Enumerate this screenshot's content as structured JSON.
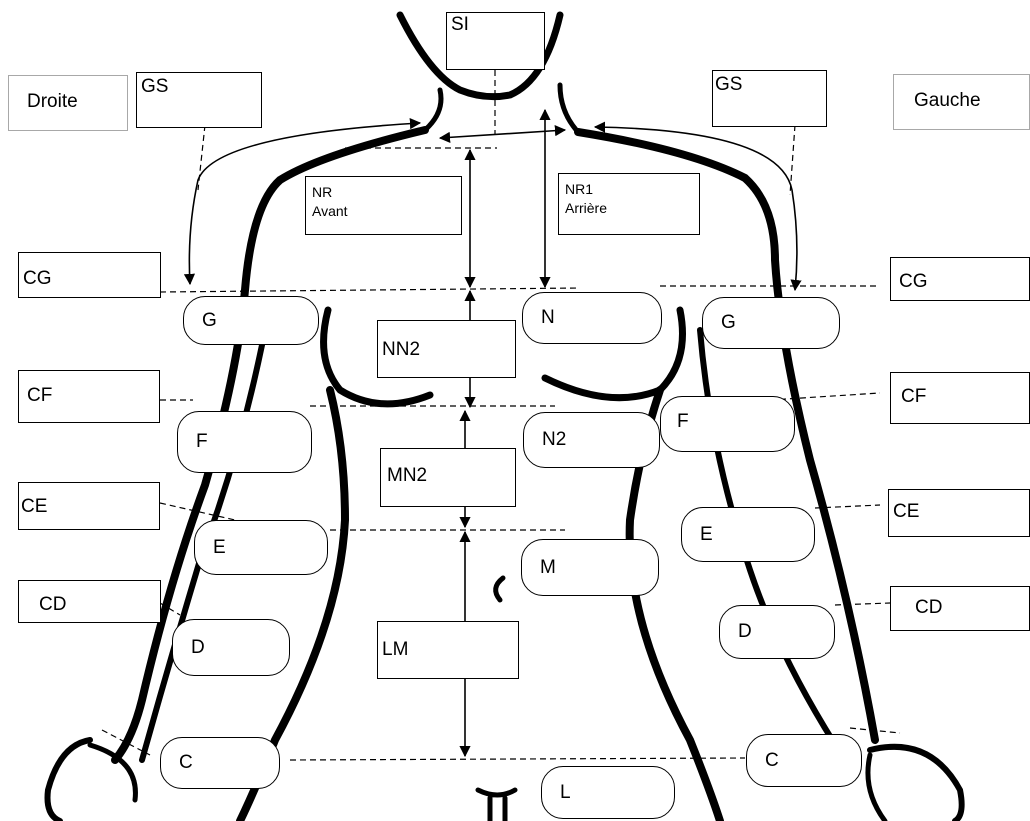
{
  "colors": {
    "ink": "#000000",
    "label_border_gray": "#a8a8a8",
    "background": "#ffffff"
  },
  "side_labels": {
    "right_side": "Droite",
    "left_side": "Gauche"
  },
  "boxes": {
    "si": "SI",
    "gs_right": "GS",
    "gs_left": "GS",
    "nr_line1": "NR",
    "nr_line2": "Avant",
    "nr1_line1": "NR1",
    "nr1_line2": "Arrière",
    "cg_right": "CG",
    "cg_left": "CG",
    "cf_right": "CF",
    "cf_left": "CF",
    "ce_right": "CE",
    "ce_left": "CE",
    "cd_right": "CD",
    "cd_left": "CD",
    "nn2": "NN2",
    "mn2": "MN2",
    "lm": "LM"
  },
  "points": {
    "g_right": "G",
    "g_left": "G",
    "f_right": "F",
    "f_left": "F",
    "e_right": "E",
    "e_left": "E",
    "d_right": "D",
    "d_left": "D",
    "c_right": "C",
    "c_left": "C",
    "n": "N",
    "n2": "N2",
    "m": "M",
    "l": "L"
  }
}
